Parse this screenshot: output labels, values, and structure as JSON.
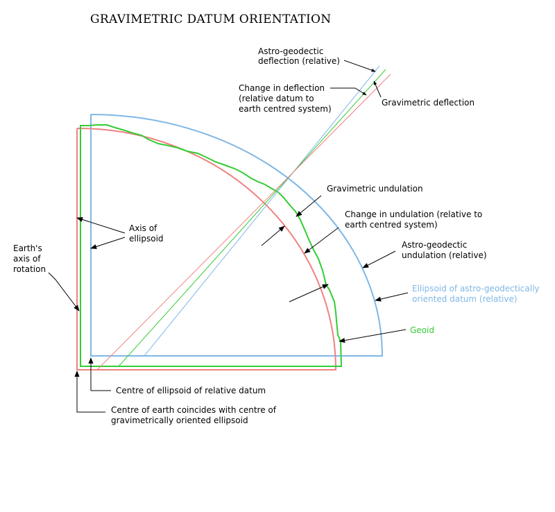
{
  "title": "GRAVIMETRIC DATUM ORIENTATION",
  "colors": {
    "blue": "#7fb7e6",
    "green": "#33cc33",
    "red": "#f08080",
    "black": "#000000"
  },
  "labels": {
    "astro_deflection": [
      "Astro-geodectic",
      "deflection (relative)"
    ],
    "change_deflection": [
      "Change in deflection",
      "(relative datum to",
      "earth centred system)"
    ],
    "grav_deflection": "Gravimetric deflection",
    "grav_undulation": "Gravimetric undulation",
    "change_undulation": [
      "Change in undulation (relative to",
      "earth centred system)"
    ],
    "astro_undulation": [
      "Astro-geodectic",
      "undulation (relative)"
    ],
    "ellipsoid_astro": [
      "Ellipsoid of astro-geodectically",
      "oriented datum (relative)"
    ],
    "geoid": "Geoid",
    "axis_ellipsoid": [
      "Axis of",
      "ellipsoid"
    ],
    "earth_axis": [
      "Earth's",
      "axis of",
      "rotation"
    ],
    "centre_relative": "Centre of ellipsoid of relative datum",
    "centre_earth": [
      "Centre of earth coincides with centre of",
      "gravimetrically oriented ellipsoid"
    ]
  }
}
